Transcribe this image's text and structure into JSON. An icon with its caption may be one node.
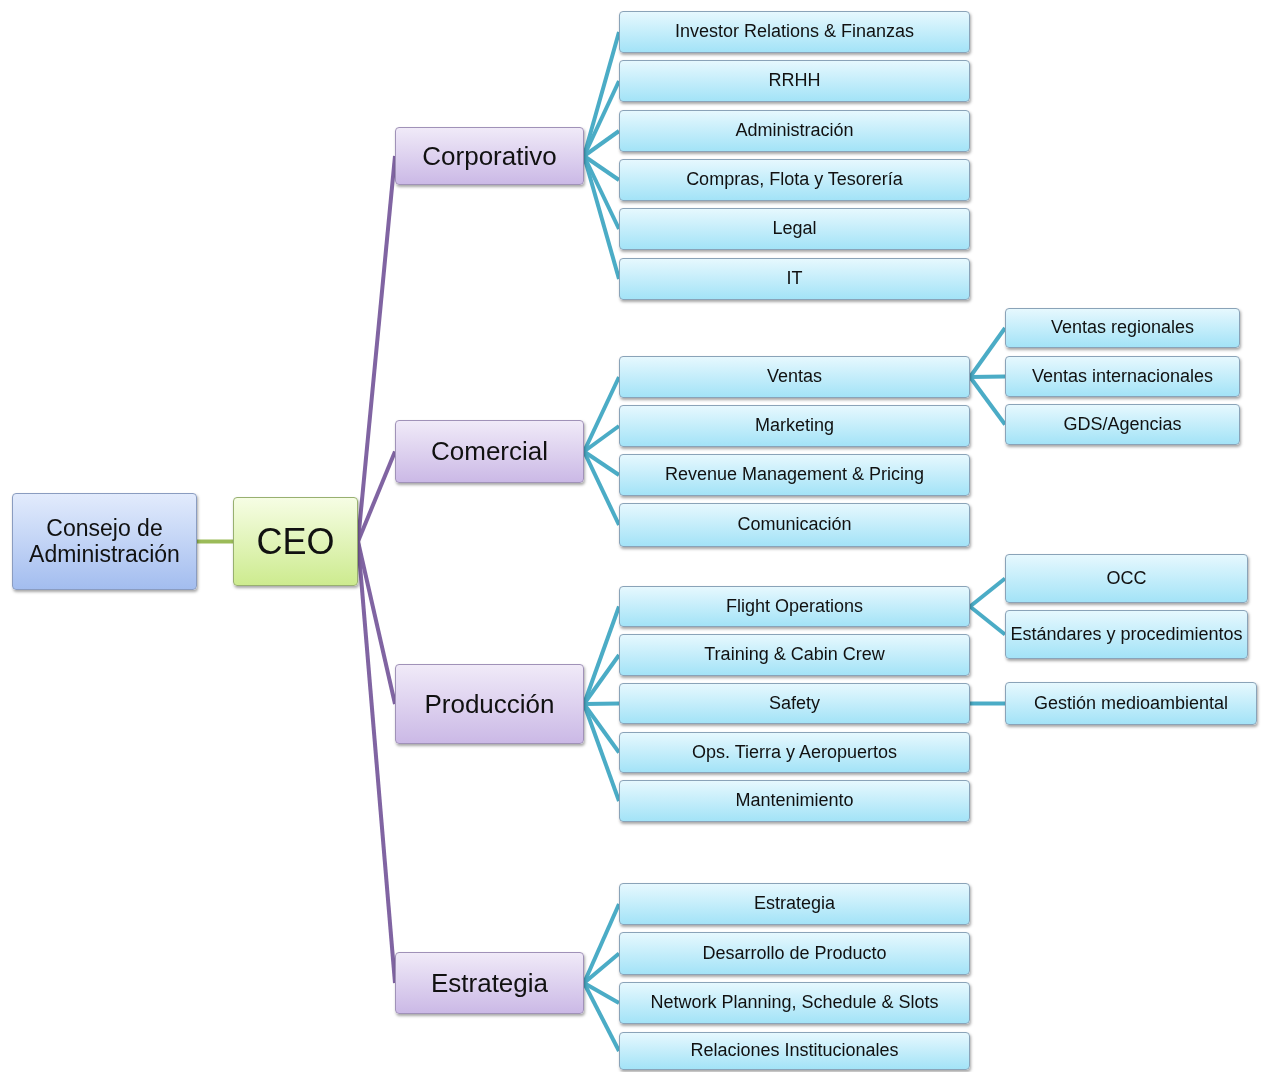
{
  "diagram": {
    "nodes": [
      {
        "text": [
          "Consejo de Administración"
        ]
      },
      {
        "text": [
          "CEO"
        ]
      },
      {
        "text": [
          "Corporativo"
        ]
      },
      {
        "text": [
          "Comercial"
        ]
      },
      {
        "text": [
          "Producción"
        ]
      },
      {
        "text": [
          "Estrategia"
        ]
      },
      {
        "text": [
          "Investor Relations & Finanzas"
        ]
      },
      {
        "text": [
          "RRHH"
        ]
      },
      {
        "text": [
          "Administración"
        ]
      },
      {
        "text": [
          "Compras, Flota y Tesorería"
        ]
      },
      {
        "text": [
          "Legal"
        ]
      },
      {
        "text": [
          "IT"
        ]
      },
      {
        "text": [
          "Ventas"
        ]
      },
      {
        "text": [
          "Marketing"
        ]
      },
      {
        "text": [
          "Revenue Management & Pricing"
        ]
      },
      {
        "text": [
          "Comunicación"
        ]
      },
      {
        "text": [
          "Ventas regionales"
        ]
      },
      {
        "text": [
          "Ventas internacionales"
        ]
      },
      {
        "text": [
          "GDS/Agencias"
        ]
      },
      {
        "text": [
          "Flight Operations"
        ]
      },
      {
        "text": [
          "Training & Cabin Crew"
        ]
      },
      {
        "text": [
          "Safety"
        ]
      },
      {
        "text": [
          "Ops. Tierra y Aeropuertos"
        ]
      },
      {
        "text": [
          "Mantenimiento"
        ]
      },
      {
        "text": [
          "OCC"
        ]
      },
      {
        "text": [
          "Estándares y procedimientos"
        ]
      },
      {
        "text": [
          "Gestión medioambiental"
        ]
      },
      {
        "text": [
          "Estrategia"
        ]
      },
      {
        "text": [
          "Desarrollo de Producto"
        ]
      },
      {
        "text": [
          "Network Planning, Schedule & Slots"
        ]
      },
      {
        "text": [
          "Relaciones Institucionales"
        ]
      }
    ],
    "edges": [
      {
        "from": 0,
        "to": 1,
        "arrow": "none",
        "color": "#9bbb59"
      },
      {
        "from": 1,
        "to": 2,
        "arrow": "none",
        "color": "#8064a2"
      },
      {
        "from": 1,
        "to": 3,
        "arrow": "none",
        "color": "#8064a2"
      },
      {
        "from": 1,
        "to": 4,
        "arrow": "none",
        "color": "#8064a2"
      },
      {
        "from": 1,
        "to": 5,
        "arrow": "none",
        "color": "#8064a2"
      },
      {
        "from": 2,
        "to": 6,
        "arrow": "none"
      },
      {
        "from": 2,
        "to": 7,
        "arrow": "none"
      },
      {
        "from": 2,
        "to": 8,
        "arrow": "none"
      },
      {
        "from": 2,
        "to": 9,
        "arrow": "none"
      },
      {
        "from": 2,
        "to": 10,
        "arrow": "none"
      },
      {
        "from": 2,
        "to": 11,
        "arrow": "none"
      },
      {
        "from": 3,
        "to": 12,
        "arrow": "none"
      },
      {
        "from": 3,
        "to": 13,
        "arrow": "none"
      },
      {
        "from": 3,
        "to": 14,
        "arrow": "none"
      },
      {
        "from": 3,
        "to": 15,
        "arrow": "none"
      },
      {
        "from": 12,
        "to": 16,
        "arrow": "none"
      },
      {
        "from": 12,
        "to": 17,
        "arrow": "none"
      },
      {
        "from": 12,
        "to": 18,
        "arrow": "none"
      },
      {
        "from": 4,
        "to": 19,
        "arrow": "none"
      },
      {
        "from": 4,
        "to": 20,
        "arrow": "none"
      },
      {
        "from": 4,
        "to": 21,
        "arrow": "none"
      },
      {
        "from": 4,
        "to": 22,
        "arrow": "none"
      },
      {
        "from": 4,
        "to": 23,
        "arrow": "none"
      },
      {
        "from": 19,
        "to": 24,
        "arrow": "none"
      },
      {
        "from": 19,
        "to": 25,
        "arrow": "none"
      },
      {
        "from": 21,
        "to": 26,
        "arrow": "none"
      },
      {
        "from": 5,
        "to": 27,
        "arrow": "none"
      },
      {
        "from": 5,
        "to": 28,
        "arrow": "none"
      },
      {
        "from": 5,
        "to": 29,
        "arrow": "none"
      },
      {
        "from": 5,
        "to": 30,
        "arrow": "none"
      }
    ]
  }
}
